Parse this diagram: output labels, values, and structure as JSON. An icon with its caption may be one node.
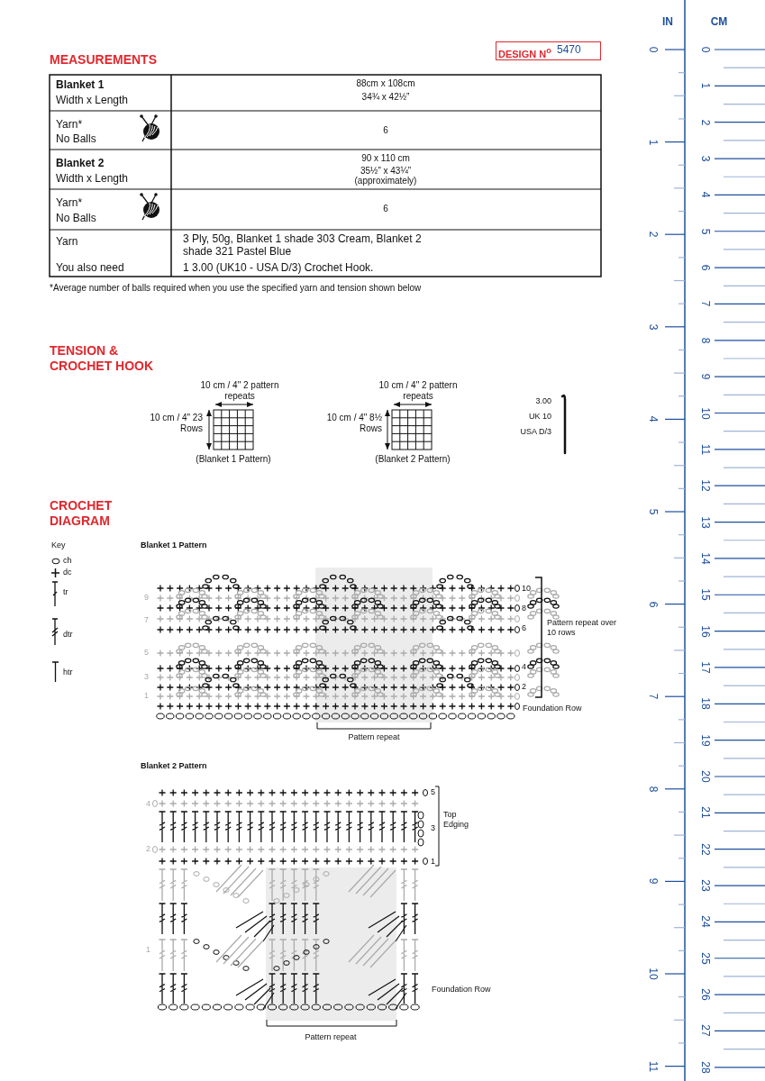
{
  "diagram": {
    "labels": [
      "DESIGN N$^{o}$",
      "5470",
      "MEASUREMENTS",
      "Blanket 1",
      "Width x Length",
      "88cm x 108cm",
      "34¾ x 42½”",
      "Yarn*",
      "No Balls",
      "6",
      "Blanket 2",
      "Width x Length",
      "90 x 110 cm",
      "35½” x 43¼”",
      "(approximately)",
      "Yarn*",
      "No Balls",
      "6",
      "Yarn",
      "You also need",
      "3 Ply, 50g, Blanket 1 shade 303 Cream, Blanket 2 shade 321 Pastel Blue",
      "1 3.00 (UK10 - USA D/3) Crochet Hook.",
      "*Average number of balls required when you use the specified yarn and tension shown below",
      "TENSION & CROCHET HOOK",
      "10 cm / 4\" 2 pattern repeats",
      "10 cm / 4\" 23 Rows",
      "(Blanket 1 Pattern)",
      "10 cm / 4\" 2 pattern repeats",
      "10 cm / 4\" 8½ Rows",
      "(Blanket 2 Pattern)",
      "3.00",
      "UK 10",
      "USA D/3",
      "CROCHET DIAGRAM",
      "Key",
      "ch",
      "dc",
      "tr",
      "dtr",
      "htr",
      "Blanket 1 Pattern",
      "9",
      "7",
      "5",
      "3",
      "1",
      "10",
      "8",
      "6",
      "4",
      "2",
      "Pattern repeat over 10 rows",
      "Foundation Row",
      "Pattern repeat",
      "Blanket 2 Pattern",
      "4",
      "2",
      "1",
      "5",
      "3",
      "1",
      "Top Edging",
      "Foundation Row",
      "Pattern repeat",
      "IN",
      "CM",
      "0",
      "1",
      "2",
      "3",
      "4",
      "5",
      "6",
      "7",
      "8",
      "9",
      "10",
      "11",
      "0",
      "1",
      "2",
      "3",
      "4",
      "5",
      "6",
      "7",
      "8",
      "9",
      "10",
      "11",
      "12",
      "13",
      "14",
      "15",
      "16",
      "17",
      "18",
      "19",
      "20",
      "21",
      "22",
      "23",
      "24",
      "25",
      "26",
      "27",
      "28"
    ]
  }
}
